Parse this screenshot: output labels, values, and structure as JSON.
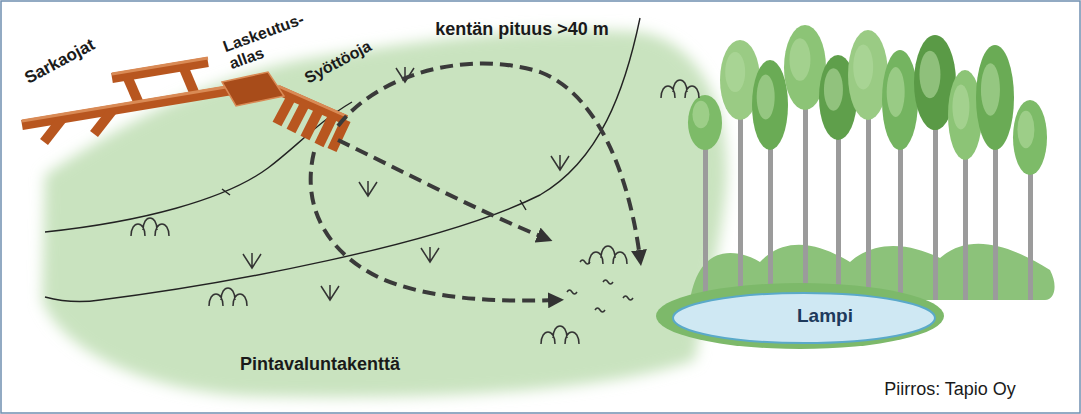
{
  "diagram": {
    "nodes": [
      {
        "text": [
          "Pintavaluntakenttä"
        ]
      },
      {
        "text": [
          "Lampi"
        ]
      }
    ],
    "labels": [
      "Sarkaojat",
      "Laskeutus- allas",
      "Syöttöoja",
      "kentän pituus >40 m",
      "Piirros: Tapio Oy"
    ]
  }
}
